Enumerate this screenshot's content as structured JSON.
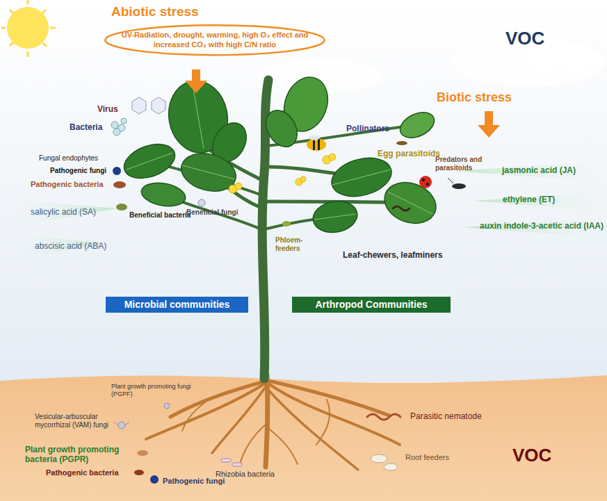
{
  "diagram": {
    "nodes": [
      {
        "text": [
          "Abiotic stress",
          "UV-Radiation, drought, warming, high O₃ effect and increased CO₂ with high C/N ratio"
        ]
      },
      {
        "text": [
          "Microbial communities"
        ]
      },
      {
        "text": [
          "Arthropod Communities"
        ]
      }
    ],
    "labels": [
      "VOC",
      "Biotic stress",
      "Virus",
      "Bacteria",
      "Fungal endophytes",
      "Pathogenic fungi",
      "Pathogenic bacteria",
      "salicylic acid (SA)",
      "abscisic acid (ABA)",
      "Beneficial bacteria",
      "Beneficial fungi",
      "Pollinators",
      "Egg parasitoids",
      "Predators and parasitoids",
      "jasmonic acid (JA)",
      "ethylene (ET)",
      "auxin indole-3-acetic acid (IAA)",
      "Phloem-feeders",
      "Leaf-chewers, leafminers",
      "Plant growth promoting fungi (PGPF)",
      "Vesicular-arbuscular mycorrhizal (VAM) fungi",
      "Plant growth promoting bacteria (PGPR)",
      "Pathogenic bacteria",
      "Pathogenic fungi",
      "Rhizobia bacteria",
      "Parasitic nematode",
      "Root feeders",
      "VOC"
    ]
  }
}
